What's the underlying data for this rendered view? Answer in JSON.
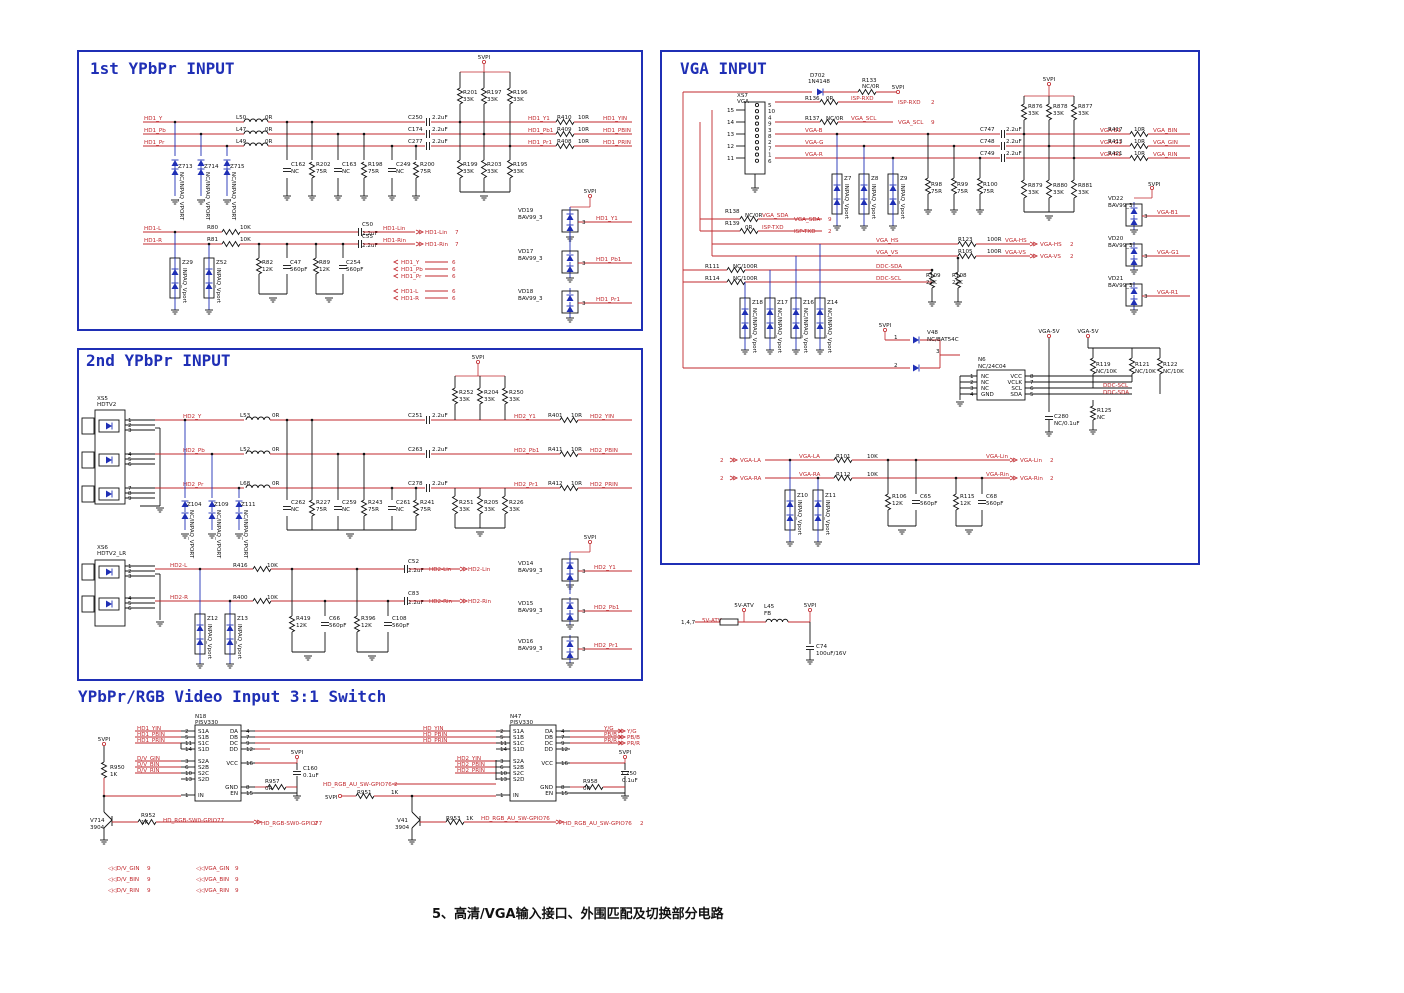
{
  "panels": {
    "ypbpr1": "1st YPbPr INPUT",
    "vga": "VGA INPUT",
    "ypbpr2": "2nd YPbPr INPUT",
    "switch": "YPbPr/RGB Video Input 3:1 Switch"
  },
  "caption": "5、高清/VGA输入接口、外围匹配及切换部分电路",
  "ypbpr1": {
    "nets": [
      "HD1_Y",
      "HD1_Pb",
      "HD1_Pr"
    ],
    "inductors": [
      [
        "L50",
        "0R"
      ],
      [
        "L47",
        "0R"
      ],
      [
        "L49",
        "0R"
      ]
    ],
    "caps": [
      [
        "C250",
        "2.2uF"
      ],
      [
        "C174",
        "2.2uF"
      ],
      [
        "C277",
        "2.2uF"
      ]
    ],
    "outs": [
      [
        "HD1_Y1",
        "R410",
        "10R",
        "HD1_YIN"
      ],
      [
        "HD1_Pb1",
        "R409",
        "10R",
        "HD1_PBIN"
      ],
      [
        "HD1_Pr1",
        "R408",
        "10R",
        "HD1_PRIN"
      ]
    ],
    "pullups": [
      [
        "R201",
        "33K"
      ],
      [
        "R197",
        "33K"
      ],
      [
        "R196",
        "33K"
      ]
    ],
    "pulldowns": [
      [
        "R199",
        "33K"
      ],
      [
        "R203",
        "33K"
      ],
      [
        "R195",
        "33K"
      ]
    ],
    "shunts": [
      [
        "C162",
        "NC"
      ],
      [
        "R202",
        "75R"
      ],
      [
        "C163",
        "NC"
      ],
      [
        "R198",
        "75R"
      ],
      [
        "C249",
        "NC"
      ],
      [
        "R200",
        "75R"
      ]
    ],
    "esd": [
      "Z713",
      "Z714",
      "Z715"
    ],
    "esd_part": "NC/INPAQ_VPORT",
    "supply": "5VPI",
    "audio": [
      [
        "HD1-L",
        "R80",
        "10K",
        "C50",
        "2.2uF",
        "HD1-Lin"
      ],
      [
        "HD1-R",
        "R81",
        "10K",
        "C55",
        "2.2uF",
        "HD1-Rin"
      ]
    ],
    "audio_parts": [
      [
        "R82",
        "12K"
      ],
      [
        "C47",
        "560pF"
      ],
      [
        "R89",
        "12K"
      ],
      [
        "C254",
        "560pF"
      ]
    ],
    "audio_esd": [
      "Z29",
      "Z52"
    ],
    "esd_part2": "INPAQ_Vport",
    "offpage": [
      "HD1_Y",
      "HD1_Pb",
      "HD1_Pr",
      "HD1-L",
      "HD1-R"
    ],
    "offpage_num": "6",
    "audio_num": "7",
    "diodes": [
      [
        "VD19",
        "BAV99_3",
        "HD1_Y1"
      ],
      [
        "VD17",
        "BAV99_3",
        "HD1_Pb1"
      ],
      [
        "VD18",
        "BAV99_3",
        "HD1_Pr1"
      ]
    ]
  },
  "vga": {
    "conn": "XS7",
    "conn_part": "VGA",
    "pins_left": [
      "15",
      "14",
      "13",
      "12",
      "11"
    ],
    "pins_right": [
      "5",
      "10",
      "4",
      "9",
      "3",
      "8",
      "2",
      "7",
      "1",
      "6"
    ],
    "d702": [
      "D702",
      "1N4148"
    ],
    "r133": [
      "R133",
      "NC/0R"
    ],
    "supply": "5VPI",
    "r136": [
      "R136",
      "0R",
      "ISP-RXD",
      "ISP-RXD",
      "2"
    ],
    "r137": [
      "R137",
      "NC/0R",
      "VGA_SCL",
      "VGA_SCL",
      "9"
    ],
    "r138": [
      "R138",
      "NC/0R",
      "VGA_SDA",
      "VGA_SDA",
      "9"
    ],
    "r139": [
      "R139",
      "0R",
      "ISP-TXD",
      "ISP-TXD",
      "2"
    ],
    "rgb": [
      "VGA-B",
      "VGA-G",
      "VGA-R"
    ],
    "caps": [
      [
        "C747",
        "2.2uF"
      ],
      [
        "C748",
        "2.2uF"
      ],
      [
        "C749",
        "2.2uF"
      ]
    ],
    "outs": [
      [
        "VGA-B1",
        "R417",
        "10R",
        "VGA_BIN"
      ],
      [
        "VGA-G1",
        "R413",
        "10R",
        "VGA_GIN"
      ],
      [
        "VGA-R1",
        "R421",
        "10R",
        "VGA_RIN"
      ]
    ],
    "pullups": [
      [
        "R876",
        "33K"
      ],
      [
        "R878",
        "33K"
      ],
      [
        "R877",
        "33K"
      ]
    ],
    "pulldowns": [
      [
        "R879",
        "33K"
      ],
      [
        "R880",
        "33K"
      ],
      [
        "R881",
        "33K"
      ]
    ],
    "terms": [
      [
        "R98",
        "75R"
      ],
      [
        "R99",
        "75R"
      ],
      [
        "R100",
        "75R"
      ]
    ],
    "esd_rgb": [
      "Z7",
      "Z8",
      "Z9"
    ],
    "esd_part": "INPAQ_Vport",
    "hsvs": [
      [
        "VGA_HS",
        "R123",
        "100R",
        "VGA-HS",
        "2"
      ],
      [
        "VGA_VS",
        "R105",
        "100R",
        "VGA-VS",
        "2"
      ]
    ],
    "ddc": [
      [
        "DDC-SDA",
        "R111",
        "NC/100R"
      ],
      [
        "DDC-SCL",
        "R114",
        "NC/100R"
      ]
    ],
    "ddc_r": [
      [
        "R109",
        "22K"
      ],
      [
        "R108",
        "22K"
      ]
    ],
    "esd_sync": [
      "Z18",
      "Z17",
      "Z16",
      "Z14"
    ],
    "esd_sync_part": "NC/INPAQ_Vport",
    "diodes": [
      [
        "VD22",
        "BAV99_3",
        "VGA-B1"
      ],
      [
        "VD20",
        "BAV99_3",
        "VGA-G1"
      ],
      [
        "VD21",
        "BAV99_3",
        "VGA-R1"
      ]
    ],
    "v48": [
      "V48",
      "NC/BAT54C"
    ],
    "eeprom": [
      "N6",
      "NC/24C04"
    ],
    "eeprom_l": [
      "NC",
      "NC",
      "NC",
      "GND"
    ],
    "eeprom_r": [
      "VCC",
      "VCLK",
      "SCL",
      "SDA"
    ],
    "eeprom_lp": [
      "1",
      "2",
      "3",
      "4"
    ],
    "eeprom_rp": [
      "8",
      "7",
      "6",
      "5"
    ],
    "vga5v": "VGA-5V",
    "eeprom_res": [
      [
        "R119",
        "NC/10K"
      ],
      [
        "R121",
        "NC/10K"
      ],
      [
        "R122",
        "NC/10K"
      ]
    ],
    "ddc_net": [
      "DDC-SCL",
      "DDC-SDA"
    ],
    "c280": [
      "C280",
      "NC/0.1uF"
    ],
    "r125": [
      "R125",
      "NC"
    ],
    "audio": [
      [
        "VGA-LA",
        "R101",
        "10K",
        "VGA-Lin"
      ],
      [
        "VGA-RA",
        "R112",
        "10K",
        "VGA-Rin"
      ]
    ],
    "audio_parts": [
      [
        "R106",
        "12K"
      ],
      [
        "C65",
        "560pF"
      ],
      [
        "R115",
        "12K"
      ],
      [
        "C68",
        "560pF"
      ]
    ],
    "audio_esd": [
      "Z10",
      "Z11"
    ],
    "num": "2"
  },
  "ypbpr2": {
    "conn": "XS5",
    "conn_part": "HDTV2",
    "conn2": "XS6",
    "conn2_part": "HDTV2_LR",
    "pins": [
      "1",
      "2",
      "3",
      "4",
      "5",
      "6",
      "7",
      "8",
      "9"
    ],
    "nets": [
      "HD2_Y",
      "HD2_Pb",
      "HD2_Pr"
    ],
    "inductors": [
      [
        "L53",
        "0R"
      ],
      [
        "L52",
        "0R"
      ],
      [
        "L68",
        "0R"
      ]
    ],
    "caps": [
      [
        "C251",
        "2.2uF"
      ],
      [
        "C263",
        "2.2uF"
      ],
      [
        "C278",
        "2.2uF"
      ]
    ],
    "outs": [
      [
        "HD2_Y1",
        "R401",
        "10R",
        "HD2_YIN"
      ],
      [
        "HD2_Pb1",
        "R411",
        "10R",
        "HD2_PBIN"
      ],
      [
        "HD2_Pr1",
        "R412",
        "10R",
        "HD2_PRIN"
      ]
    ],
    "pullups": [
      [
        "R252",
        "33K"
      ],
      [
        "R204",
        "33K"
      ],
      [
        "R250",
        "33K"
      ]
    ],
    "pulldowns": [
      [
        "R251",
        "33K"
      ],
      [
        "R205",
        "33K"
      ],
      [
        "R226",
        "33K"
      ]
    ],
    "shunts": [
      [
        "C262",
        "NC"
      ],
      [
        "R227",
        "75R"
      ],
      [
        "C259",
        "NC"
      ],
      [
        "R243",
        "75R"
      ],
      [
        "C261",
        "NC"
      ],
      [
        "R241",
        "75R"
      ]
    ],
    "esd": [
      "Z104",
      "Z109",
      "Z111"
    ],
    "esd_part": "NC/INPAQ_VPORT",
    "supply": "5VPI",
    "audio": [
      [
        "HD2-L",
        "R416",
        "10K",
        "C52",
        "2.2uF",
        "HD2-Lin"
      ],
      [
        "HD2-R",
        "R400",
        "10K",
        "C83",
        "2.2uF",
        "HD2-Rin"
      ]
    ],
    "audio_parts": [
      [
        "R419",
        "12K"
      ],
      [
        "C66",
        "560pF"
      ],
      [
        "R396",
        "12K"
      ],
      [
        "C108",
        "560pF"
      ]
    ],
    "audio_esd": [
      "Z12",
      "Z13"
    ],
    "esd_part2": "INPAQ_Vport",
    "diodes": [
      [
        "VD14",
        "BAV99_3",
        "HD2_Y1"
      ],
      [
        "VD15",
        "BAV99_3",
        "HD2_Pb1"
      ],
      [
        "VD16",
        "BAV99_3",
        "HD2_Pr1"
      ]
    ]
  },
  "power": {
    "pins": "1,4,7",
    "src": "5V-ATV",
    "l45": [
      "L45",
      "FB"
    ],
    "out": "5VPI",
    "c74": [
      "C74",
      "100uF/16V"
    ]
  },
  "switch": {
    "n18": [
      "N18",
      "PI5V330"
    ],
    "n47": [
      "N47",
      "PI5V330"
    ],
    "left_pins": [
      "S1A",
      "S1B",
      "S1C",
      "S1D",
      "S2A",
      "S2B",
      "S2C",
      "S2D",
      "IN"
    ],
    "right_pins": [
      "DA",
      "DB",
      "DC",
      "DD",
      "VCC",
      "GND",
      "EN"
    ],
    "lp_n": [
      "2",
      "5",
      "11",
      "14",
      "3",
      "6",
      "10",
      "13",
      "1"
    ],
    "rp_n": [
      "4",
      "7",
      "9",
      "12",
      "16",
      "8",
      "15"
    ],
    "n18_in": [
      "HD1_YIN",
      "HD1_PBIN",
      "HD1_PRIN",
      "D/V_GIN",
      "D/V_BIN",
      "D/V_RIN"
    ],
    "n18_out": [
      "HD_YIN",
      "HD_PBIN",
      "HD_PRIN"
    ],
    "n47_in": [
      "HD2_YIN",
      "HD2_PBIN",
      "HD2_PRIN"
    ],
    "n47_out": [
      "Y/G",
      "PB/B",
      "PR/R"
    ],
    "vcc": "5VPI",
    "r950": [
      "R950",
      "1K"
    ],
    "r957": [
      "R957",
      "0R"
    ],
    "c160": [
      "C160",
      "0.1uF"
    ],
    "r958": [
      "R958",
      "0R"
    ],
    "c750": [
      "C750",
      "0.1uF"
    ],
    "r951": [
      "R951",
      "1K"
    ],
    "r952": [
      "R952",
      "1K"
    ],
    "r953": [
      "R953",
      "1K"
    ],
    "v714": [
      "V714",
      "3904"
    ],
    "v41": [
      "V41",
      "3904"
    ],
    "ctrl1": [
      "HD_RGB-SW0-GPIO77",
      "2"
    ],
    "ctrl2": [
      "HD_RGB_AU_SW-GPIO76",
      "2"
    ],
    "ctrl2b": "HD_RGB_AU_SW-GPIO76",
    "legend_l": [
      [
        "D/V_GIN",
        "9"
      ],
      [
        "D/V_BIN",
        "9"
      ],
      [
        "D/V_RIN",
        "9"
      ]
    ],
    "legend_r": [
      [
        "VGA_GIN",
        "9"
      ],
      [
        "VGA_BIN",
        "9"
      ],
      [
        "VGA_RIN",
        "9"
      ]
    ]
  },
  "colors": {
    "panel": "#1f2fb5",
    "wire": "#c0282d",
    "diode": "#1f2fb5"
  }
}
